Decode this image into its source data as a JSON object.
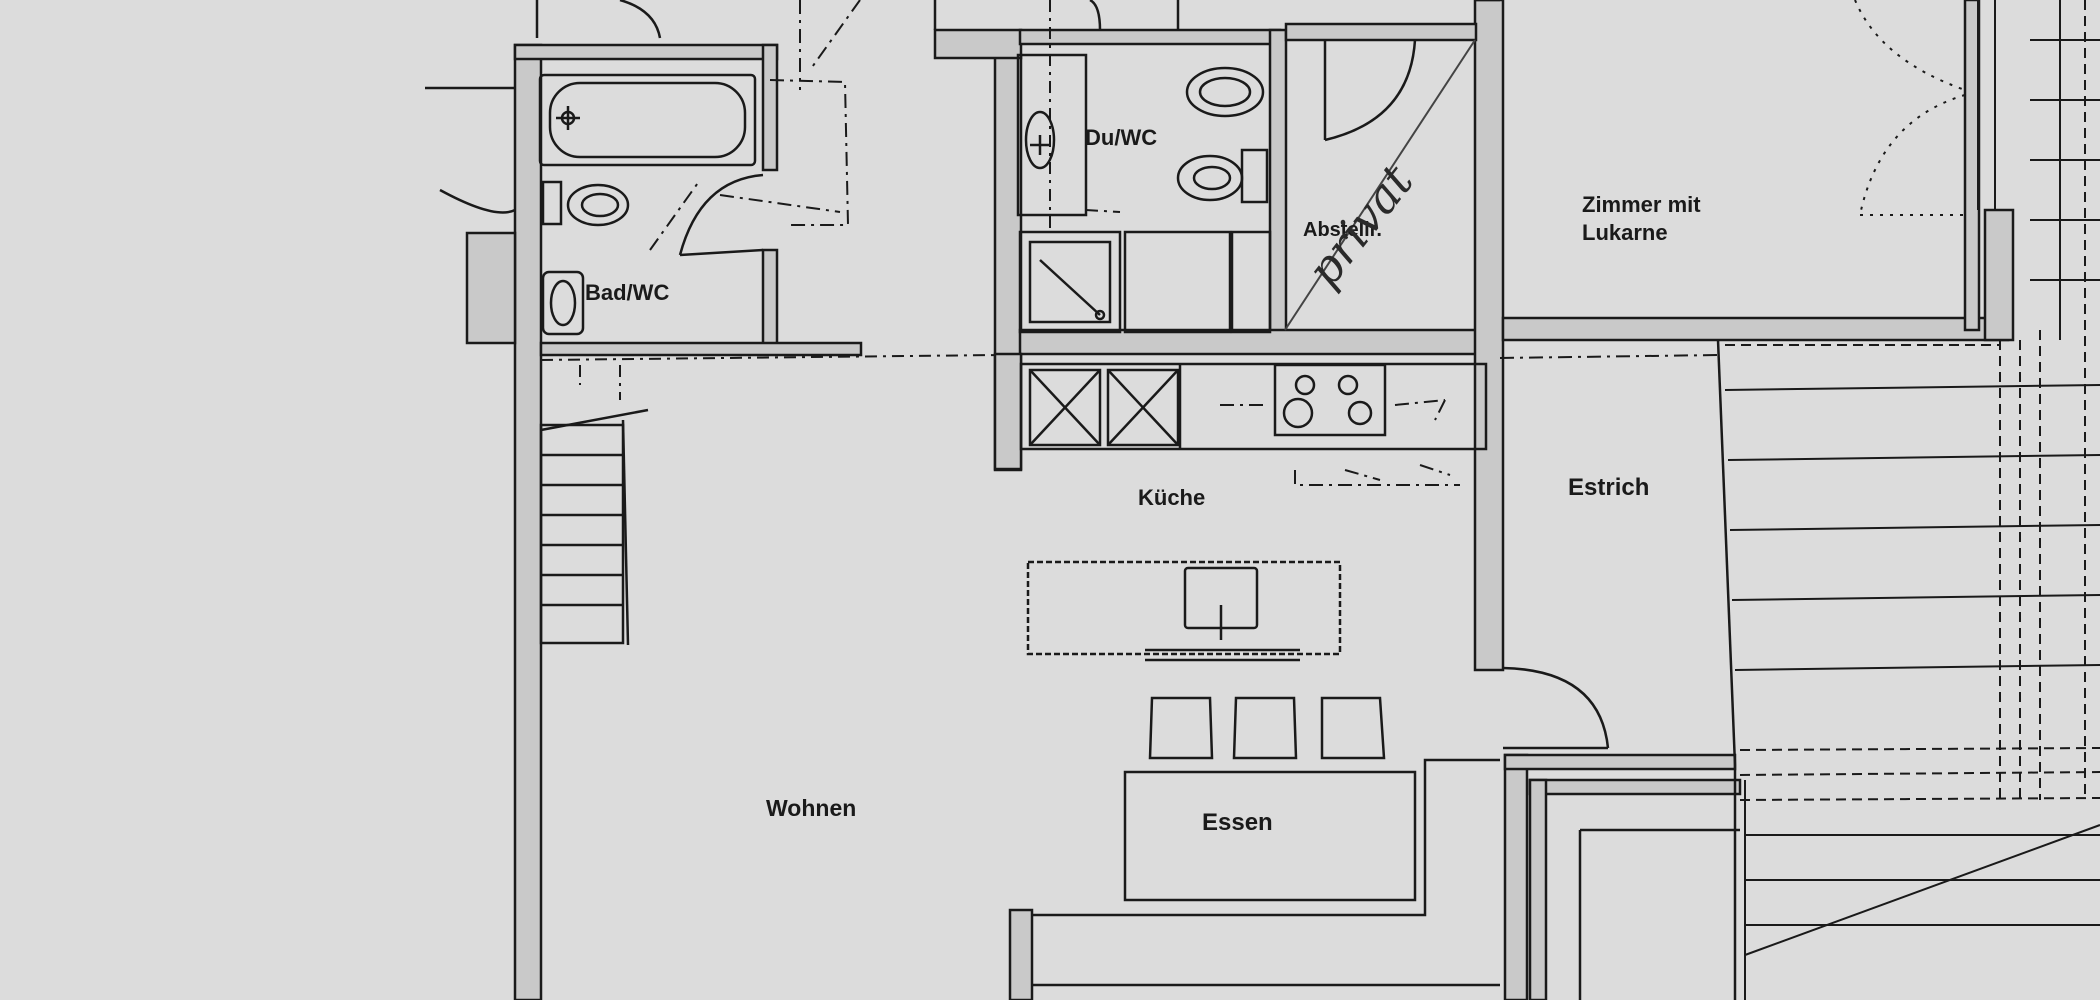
{
  "plan": {
    "paper_color": "#dcdcdc",
    "line_color": "#1a1a1a",
    "wall_fill": "#c9c9c9",
    "rooms": {
      "bad_wc": "Bad/WC",
      "du_wc": "Du/WC",
      "abstellr": "Abstellr.",
      "zimmer_line1": "Zimmer mit",
      "zimmer_line2": "Lukarne",
      "kueche": "Küche",
      "estrich": "Estrich",
      "wohnen": "Wohnen",
      "essen": "Essen"
    },
    "handwriting": "privat"
  }
}
